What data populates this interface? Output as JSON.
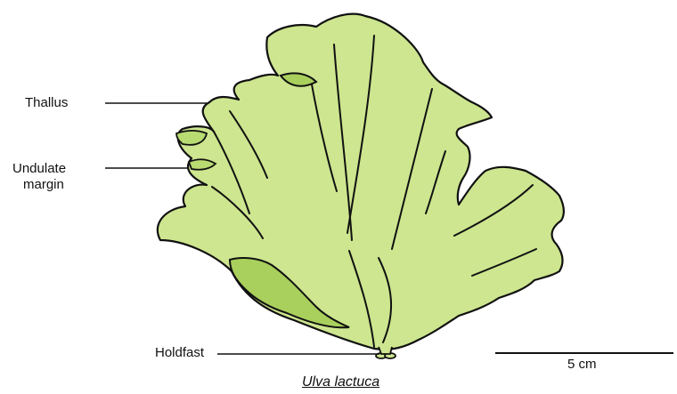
{
  "labels": {
    "thallus": "Thallus",
    "undulate_margin_line1": "Undulate",
    "undulate_margin_line2": "margin",
    "holdfast": "Holdfast"
  },
  "scale_bar": {
    "label": "5 cm"
  },
  "caption": "Ulva lactuca",
  "colors": {
    "thallus_fill": "#cde68f",
    "fold_fill": "#a9d05c",
    "outline": "#111111",
    "background": "#ffffff"
  }
}
